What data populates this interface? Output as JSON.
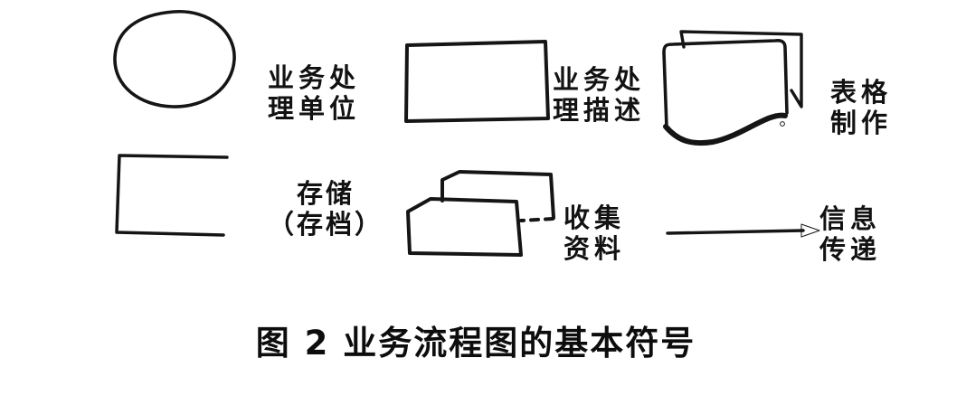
{
  "colors": {
    "ink": "#151515",
    "background": "#ffffff"
  },
  "figure": {
    "caption": "图 2 业务流程图的基本符号",
    "symbols": [
      {
        "shape": "ellipse",
        "lines": [
          "业务处",
          "理单位"
        ]
      },
      {
        "shape": "rectangle",
        "lines": [
          "业务处",
          "理描述"
        ]
      },
      {
        "shape": "document",
        "lines": [
          "表格",
          "制作"
        ]
      },
      {
        "shape": "open-rectangle",
        "lines": [
          "存储",
          "（存档）"
        ]
      },
      {
        "shape": "stacked-cards",
        "lines": [
          "收集",
          "资料"
        ]
      },
      {
        "shape": "arrow",
        "lines": [
          "信息",
          "传递"
        ]
      }
    ]
  }
}
